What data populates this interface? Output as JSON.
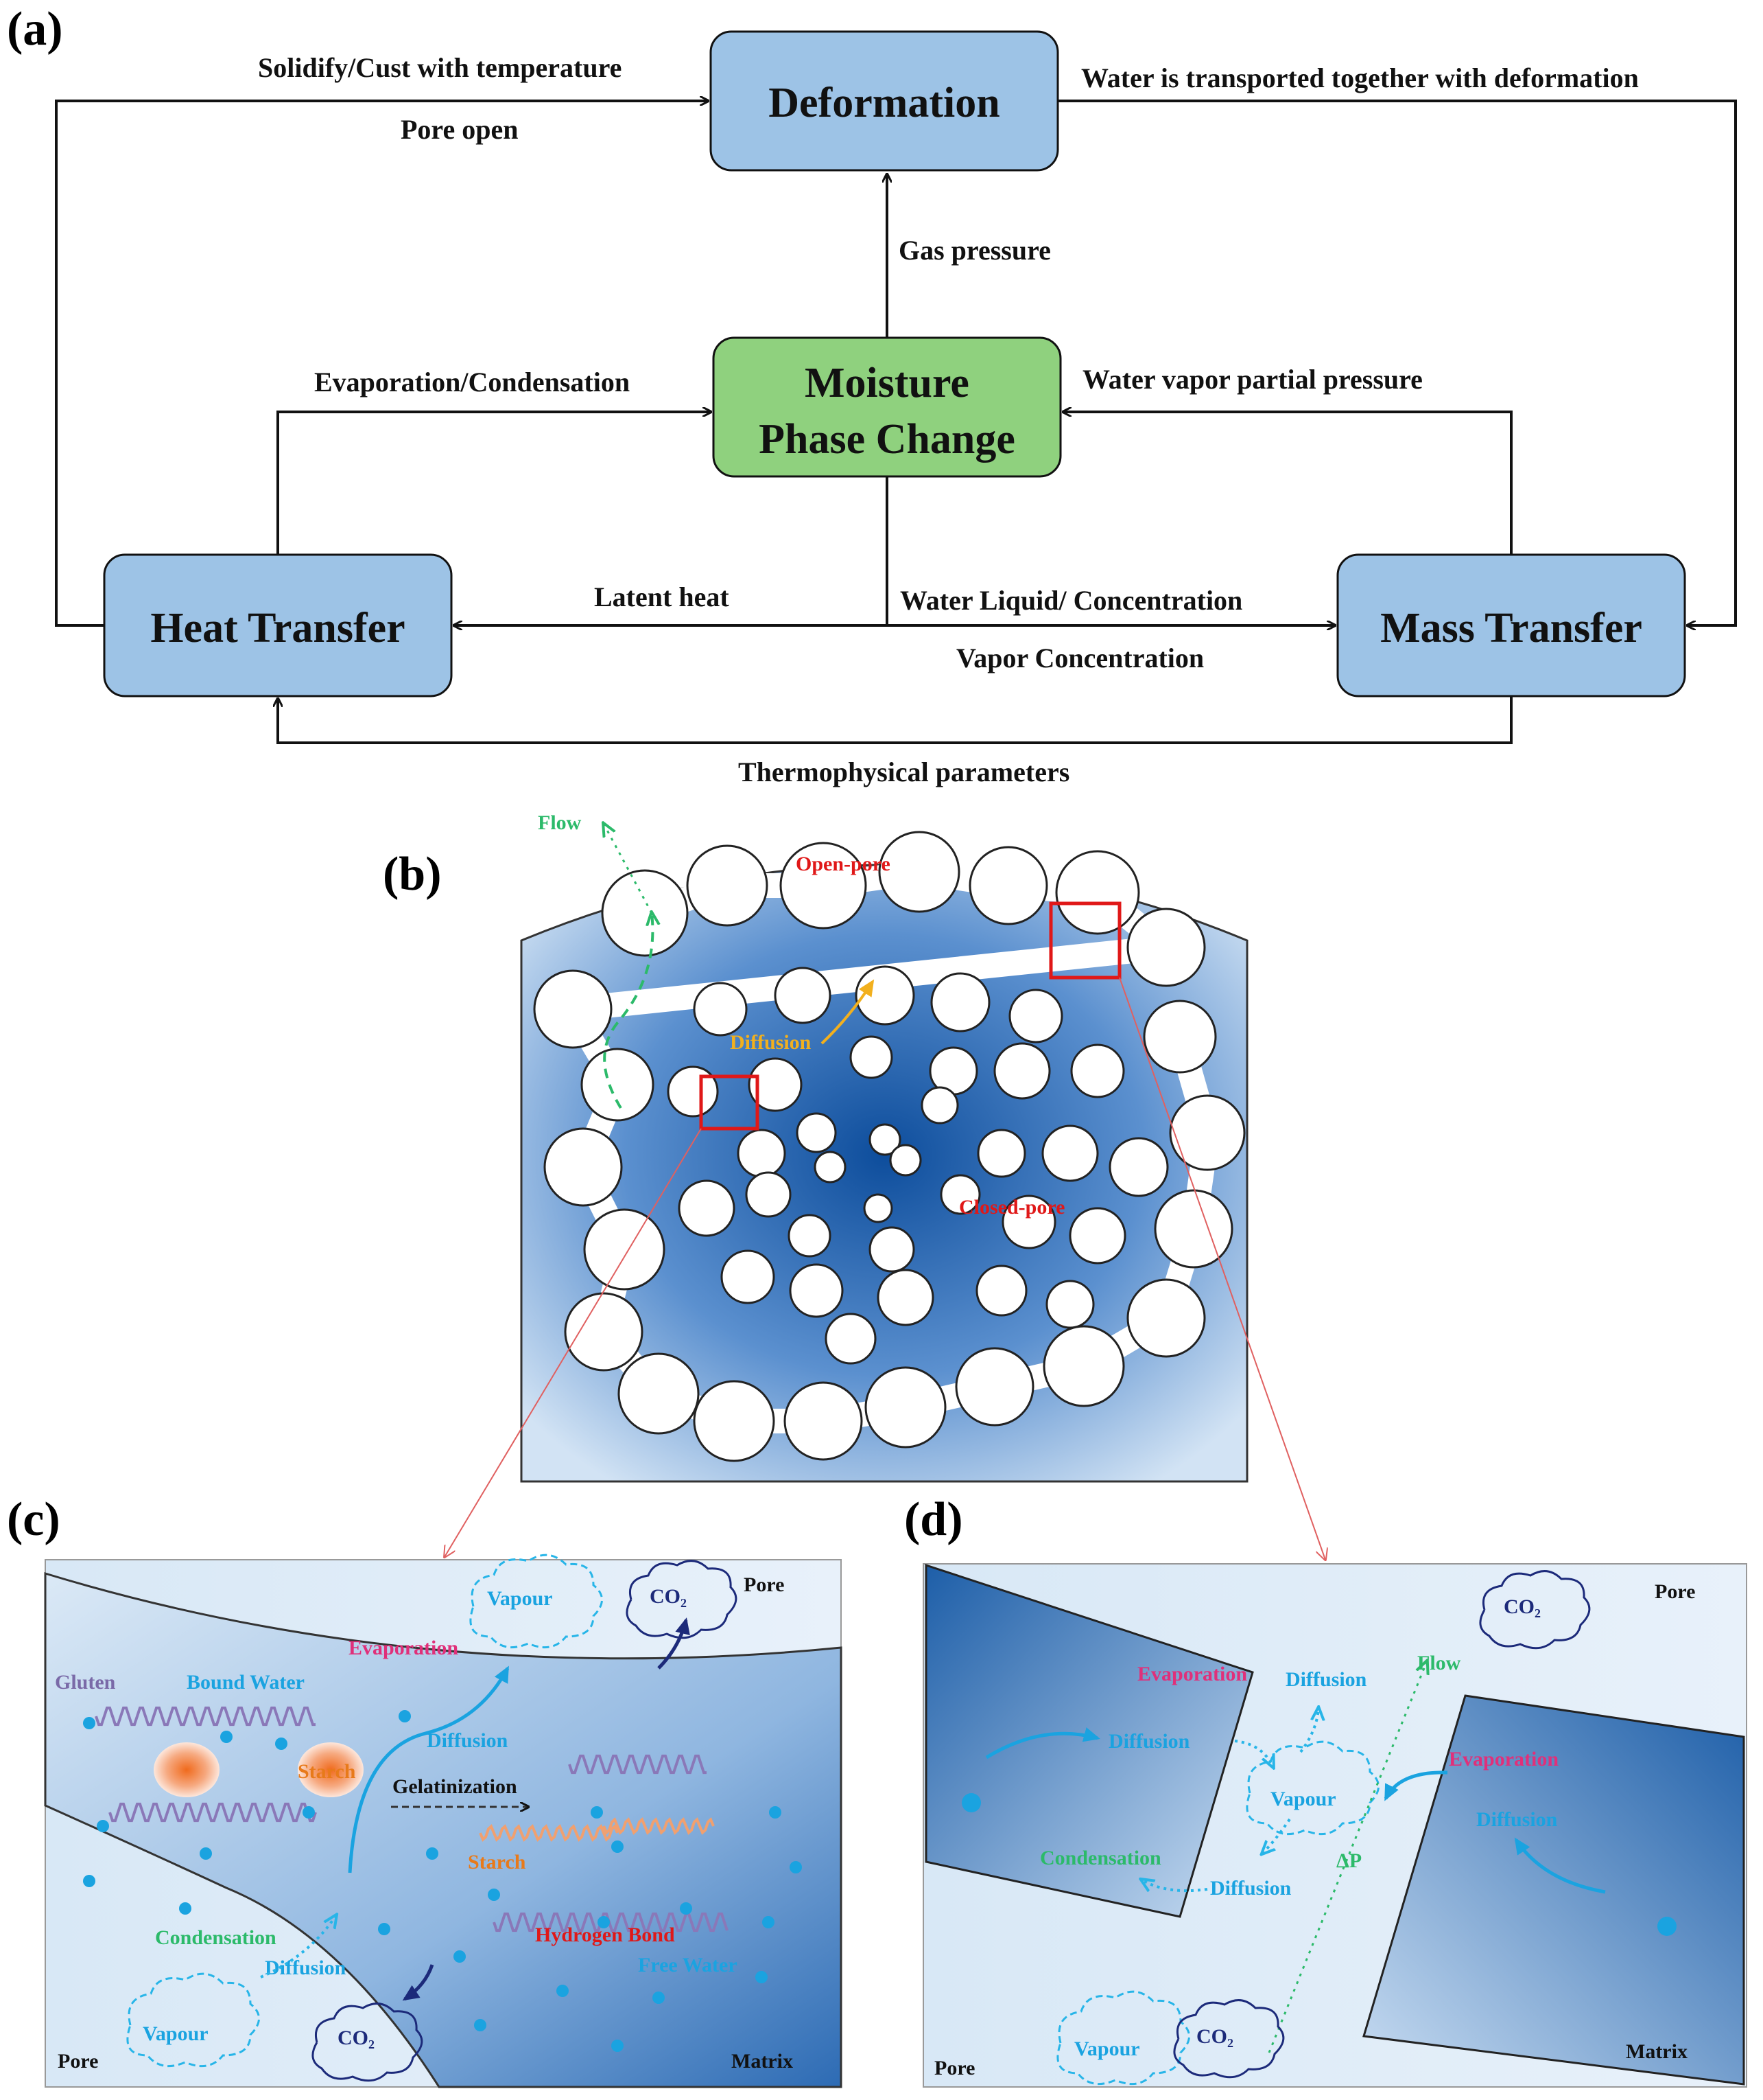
{
  "panels": {
    "a": "(a)",
    "b": "(b)",
    "c": "(c)",
    "d": "(d)"
  },
  "flowchart": {
    "boxes": {
      "deformation": "Deformation",
      "moisture_line1": "Moisture",
      "moisture_line2": "Phase Change",
      "heat": "Heat Transfer",
      "mass": "Mass Transfer"
    },
    "labels": {
      "solidify": "Solidify/Cust with temperature",
      "pore_open": "Pore open",
      "water_transported": "Water  is transported together with deformation",
      "gas_pressure": "Gas pressure",
      "evap_cond": "Evaporation/Condensation",
      "water_vapor_pp": "Water vapor partial pressure",
      "latent_heat": "Latent heat",
      "water_liquid": "Water  Liquid/ Concentration",
      "vapor_conc": "Vapor Concentration",
      "thermo": "Thermophysical parameters"
    },
    "colors": {
      "blue_box": "#9dc3e6",
      "green_box": "#8fd17e"
    }
  },
  "pore_panel": {
    "flow": "Flow",
    "open_pore": "Open-pore",
    "closed_pore": "Closed-pore",
    "diffusion": "Diffusion"
  },
  "panel_c": {
    "pore_top": "Pore",
    "pore_bottom": "Pore",
    "matrix": "Matrix",
    "vapour_top": "Vapour",
    "vapour_bottom": "Vapour",
    "co2_top": "CO₂",
    "co2_bottom": "CO₂",
    "evaporation": "Evaporation",
    "gluten": "Gluten",
    "bound_water": "Bound Water",
    "starch_left": "Starch",
    "diffusion_up": "Diffusion",
    "gelatinization": "Gelatinization",
    "starch_right": "Starch",
    "hydrogen_bond": "Hydrogen Bond",
    "condensation": "Condensation",
    "diffusion_down": "Diffusion",
    "free_water": "Free Water"
  },
  "panel_d": {
    "pore_top": "Pore",
    "pore_bottom": "Pore",
    "matrix": "Matrix",
    "co2_top": "CO₂",
    "co2_bottom": "CO₂",
    "evaporation_left": "Evaporation",
    "diffusion_top": "Diffusion",
    "flow": "Flow",
    "diffusion_left": "Diffusion",
    "vapour_center": "Vapour",
    "evaporation_right": "Evaporation",
    "diffusion_right": "Diffusion",
    "condensation": "Condensation",
    "delta_p": "ΔP",
    "diffusion_lower": "Diffusion",
    "vapour_bottom": "Vapour"
  }
}
